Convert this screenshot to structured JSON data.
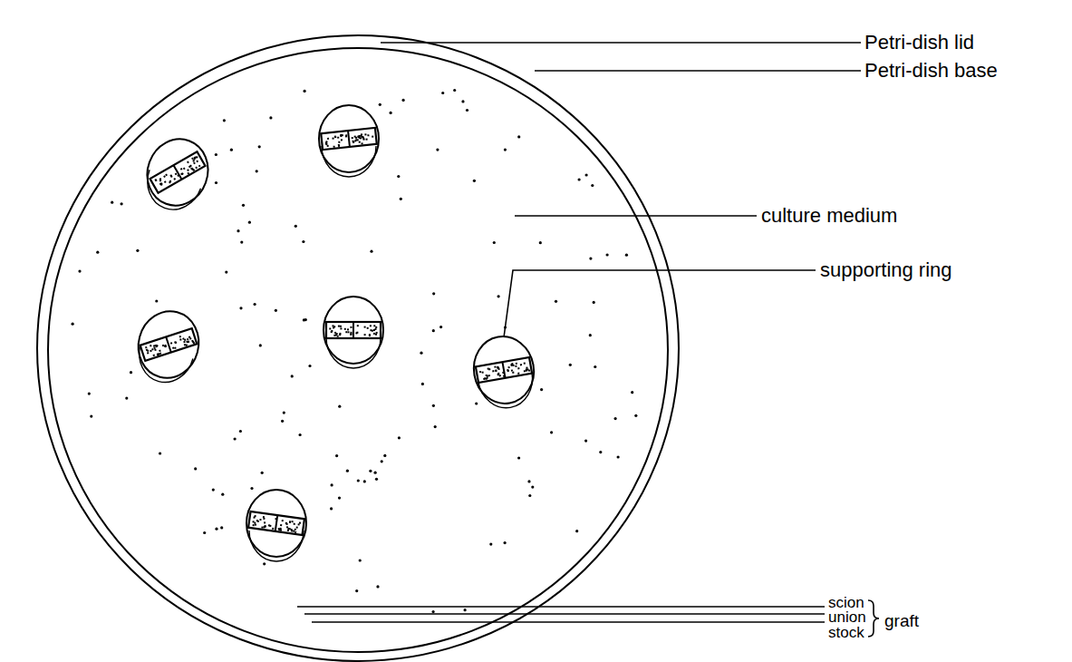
{
  "diagram": {
    "labels": [
      "Petri-dish lid",
      "Petri-dish base",
      "culture medium",
      "supporting ring",
      "scion",
      "union",
      "graft",
      "stock"
    ]
  }
}
